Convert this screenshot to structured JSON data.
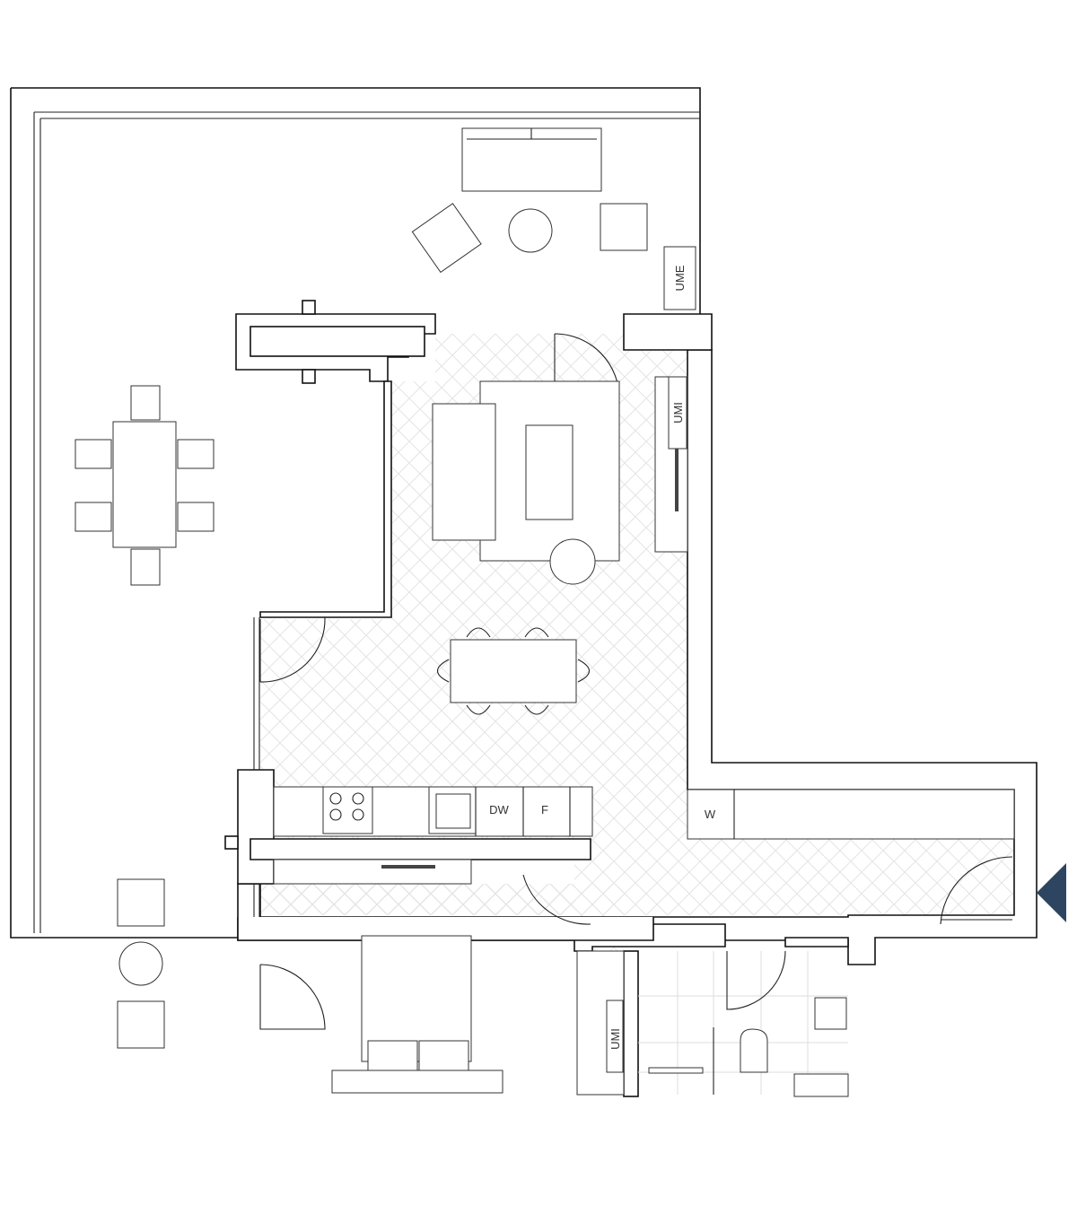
{
  "labels": {
    "terrace_unit": "UME",
    "living_unit": "UMI",
    "dishwasher": "DW",
    "fridge": "F",
    "wardrobe": "W",
    "bedroom_unit": "UMI"
  },
  "colors": {
    "entrance_marker": "#2d4560",
    "wall": "#111111",
    "floor_pattern": "#e4e4e4"
  },
  "icons": {
    "entrance": "triangle-left-icon"
  }
}
